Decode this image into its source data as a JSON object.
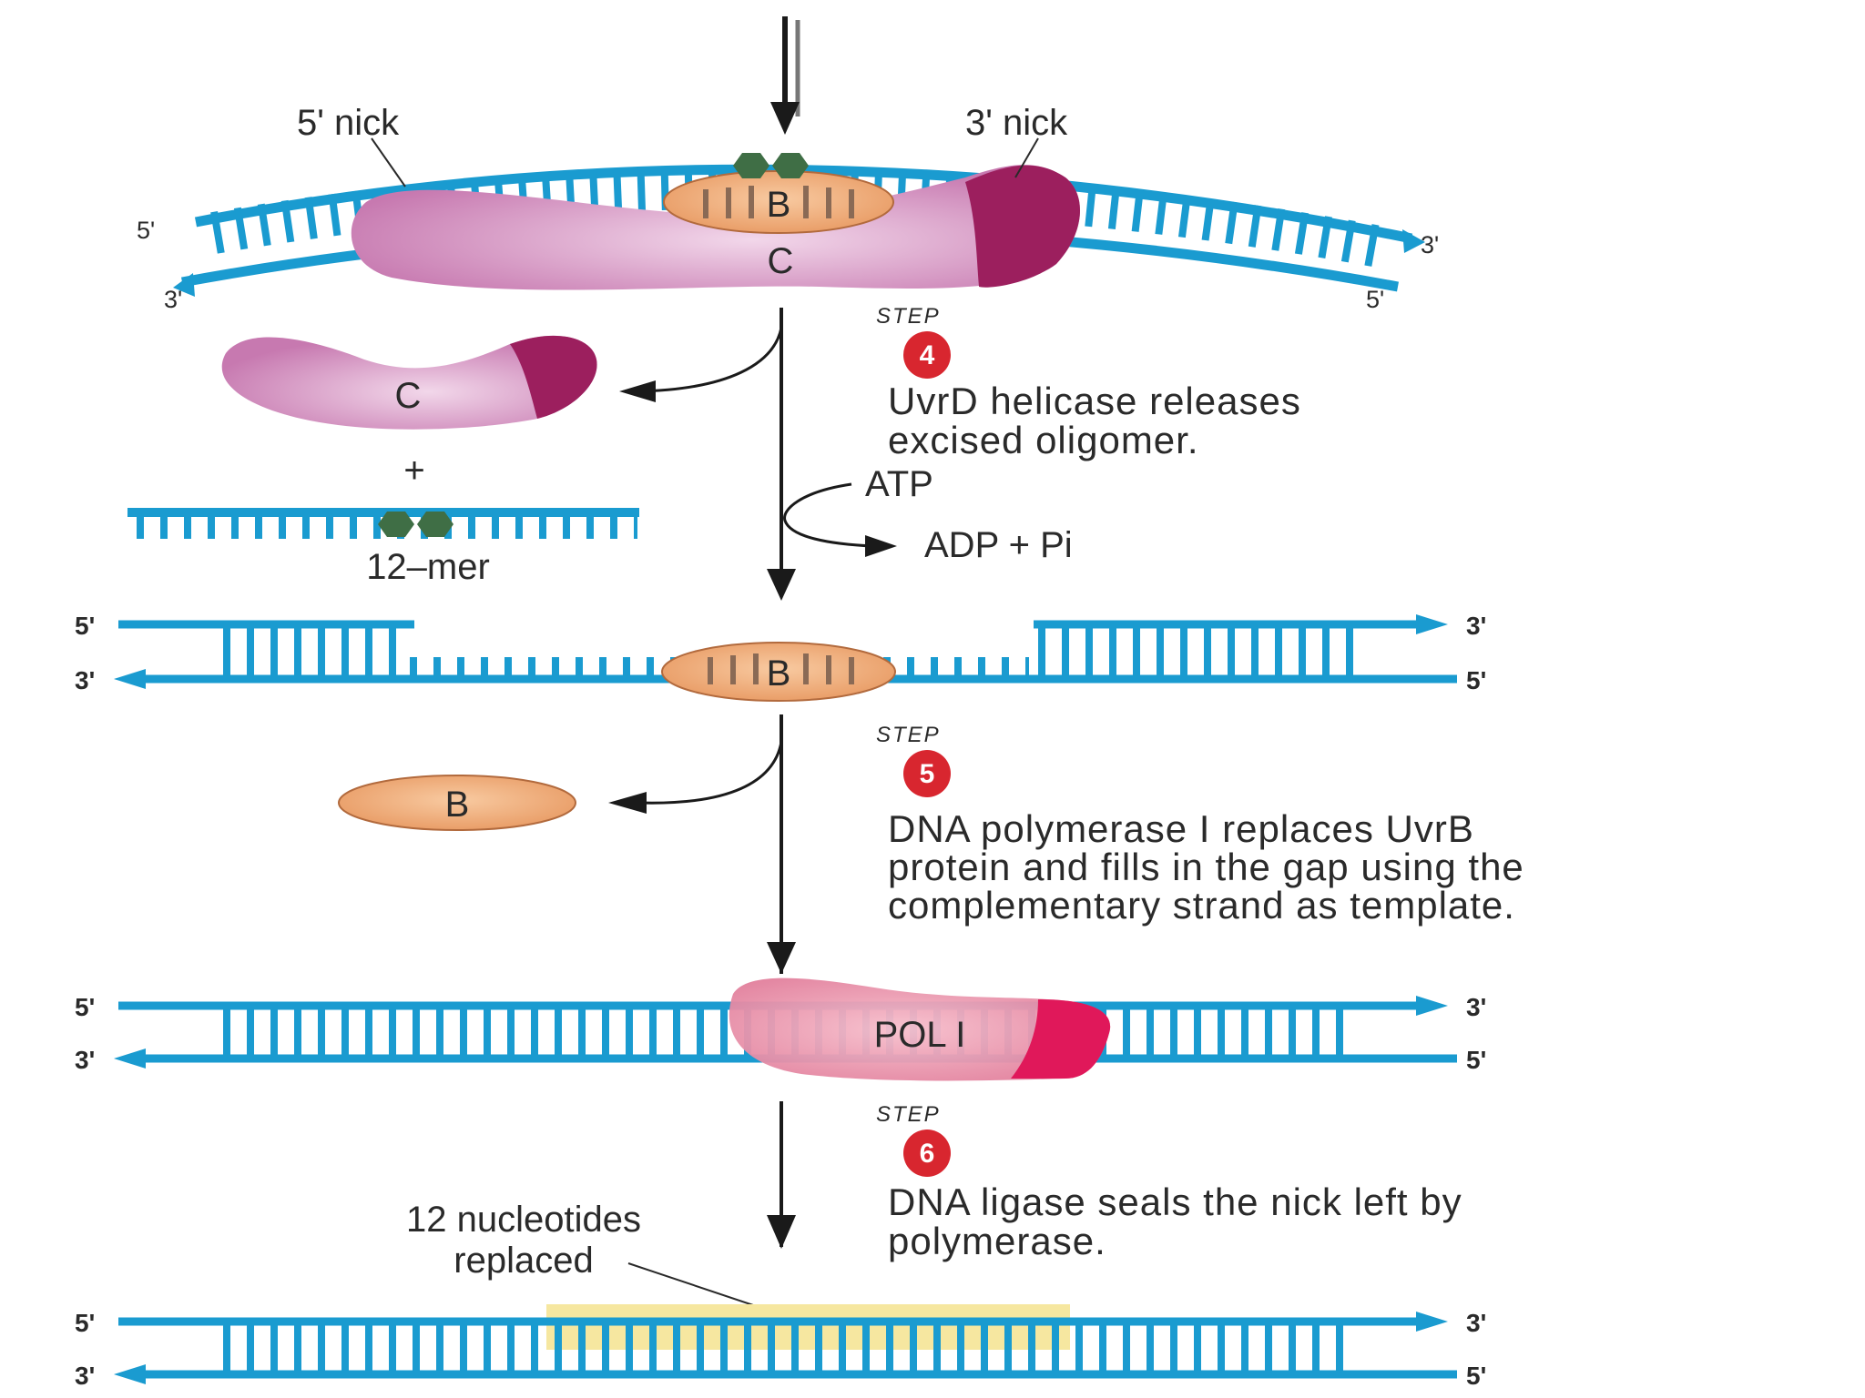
{
  "labels": {
    "nick5": "5' nick",
    "nick3": "3' nick",
    "five": "5'",
    "three": "3'",
    "plus": "+",
    "mer": "12–mer",
    "atp": "ATP",
    "adp": "ADP + Pi",
    "replaced1": "12 nucleotides",
    "replaced2": "replaced"
  },
  "proteins": {
    "uvrB": "B",
    "uvrC": "C",
    "pol1": "POL I"
  },
  "steps": [
    {
      "word": "STEP",
      "number": "4",
      "lines": [
        "UvrD helicase releases",
        "excised oligomer."
      ]
    },
    {
      "word": "STEP",
      "number": "5",
      "lines": [
        "DNA polymerase I replaces UvrB",
        "protein and fills in the gap using the",
        "complementary strand as template."
      ]
    },
    {
      "word": "STEP",
      "number": "6",
      "lines": [
        "DNA ligase seals the nick left by",
        "polymerase."
      ]
    }
  ],
  "colors": {
    "dna": "#1a9bd0",
    "uvrB": "#f2b07e",
    "uvrC": "#d99cc8",
    "uvrC_dark": "#9c1f5e",
    "pol1": "#ee95ab",
    "pol1_dark": "#e0185a",
    "lesion": "#3f6e45",
    "highlight": "#f6e7a0",
    "step_badge": "#d8262f"
  }
}
